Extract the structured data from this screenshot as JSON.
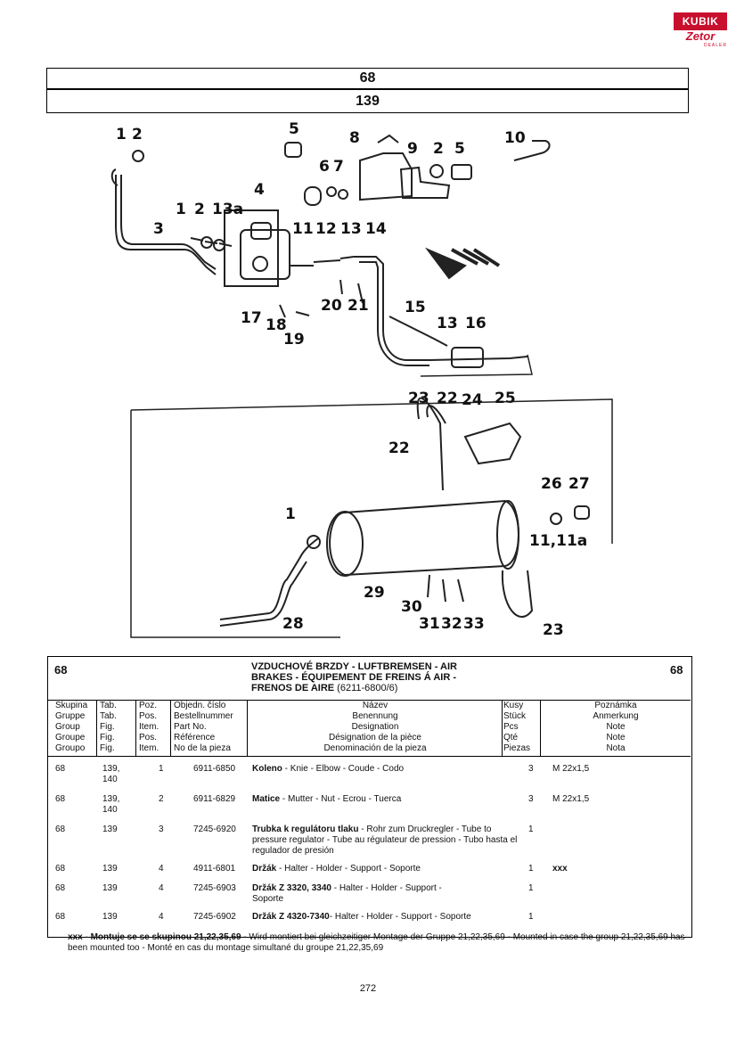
{
  "logo": {
    "brand": "KUBIK",
    "sub": "Zetor",
    "dealer": "DEALER"
  },
  "header": {
    "group": "68",
    "table": "139"
  },
  "diagram": {
    "callouts": [
      "1",
      "2",
      "5",
      "8",
      "9",
      "2",
      "5",
      "10",
      "6",
      "7",
      "11",
      "4",
      "1",
      "2",
      "13a",
      "3",
      "12",
      "13",
      "14",
      "17",
      "18",
      "19",
      "20",
      "21",
      "15",
      "13",
      "16",
      "23",
      "22",
      "24",
      "25",
      "22",
      "26",
      "27",
      "1",
      "11,11a",
      "29",
      "30",
      "31",
      "32",
      "33",
      "28",
      "23"
    ]
  },
  "table": {
    "group": "68",
    "group_right": "68",
    "title_cz": "VZDUCHOVÉ BRZDY - LUFTBREMSEN - AIR",
    "title_en": "BRAKES - ÉQUIPEMENT DE FREINS Á AIR -",
    "title_es": "FRENOS DE AIRE",
    "title_code": "(6211-6800/6)",
    "columns": {
      "group": [
        "Skupina",
        "Gruppe",
        "Group",
        "Groupe",
        "Groupo"
      ],
      "tab": [
        "Tab.",
        "Tab.",
        "Fig.",
        "Fig.",
        "Fig."
      ],
      "pos": [
        "Poz.",
        "Pos.",
        "Item.",
        "Pos.",
        "Item."
      ],
      "part": [
        "Objedn. číslo",
        "Bestellnummer",
        "Part No.",
        "Référence",
        "No de la pieza"
      ],
      "name": [
        "Název",
        "Benennung",
        "Designation",
        "Désignation de la pièce",
        "Denominación de la pieza"
      ],
      "qty": [
        "Kusy",
        "Stück",
        "Pcs",
        "Qté",
        "Piezas"
      ],
      "note": [
        "Poznámka",
        "Anmerkung",
        "Note",
        "Note",
        "Nota"
      ]
    },
    "rows": [
      {
        "group": "68",
        "tab": "139,",
        "tab2": "140",
        "pos": "1",
        "part": "6911-6850",
        "name_bold": "Koleno",
        "name_rest": " - Knie - Elbow - Coude - Codo",
        "qty": "3",
        "note": "M 22x1,5"
      },
      {
        "group": "68",
        "tab": "139,",
        "tab2": "140",
        "pos": "2",
        "part": "6911-6829",
        "name_bold": "Matice",
        "name_rest": " - Mutter - Nut - Ecrou - Tuerca",
        "qty": "3",
        "note": "M 22x1,5"
      },
      {
        "group": "68",
        "tab": "139",
        "tab2": "",
        "pos": "3",
        "part": "7245-6920",
        "name_bold": "Trubka k regulátoru tlaku",
        "name_rest": " - Rohr zum Druckregler - Tube to pressure regulator - Tube au régulateur de pression - Tubo hasta el regulador de presión",
        "qty": "1",
        "note": ""
      },
      {
        "group": "68",
        "tab": "139",
        "tab2": "",
        "pos": "4",
        "part": "4911-6801",
        "name_bold": "Držák",
        "name_rest": " - Halter - Holder - Support - Soporte",
        "qty": "1",
        "note": "xxx"
      },
      {
        "group": "68",
        "tab": "139",
        "tab2": "",
        "pos": "4",
        "part": "7245-6903",
        "name_bold": "Držák Z 3320, 3340",
        "name_rest": " - Halter - Holder - Support - Soporte",
        "qty": "1",
        "note": ""
      },
      {
        "group": "68",
        "tab": "139",
        "tab2": "",
        "pos": "4",
        "part": "7245-6902",
        "name_bold": "Držák Z 4320-7340",
        "name_rest": "- Halter - Holder - Support - Soporte",
        "qty": "1",
        "note": ""
      }
    ]
  },
  "footnote": {
    "bold": "xxx - Montuje se se skupinou 21,22,35,69",
    "rest": " - Wird montiert bei gleichzeitiger Montage der Gruppe 21,22,35,69 - Mounted in case the group 21,22,35,69  has been mounted too - Monté en cas du montage simultané du groupe 21,22,35,69"
  },
  "page_number": "272"
}
